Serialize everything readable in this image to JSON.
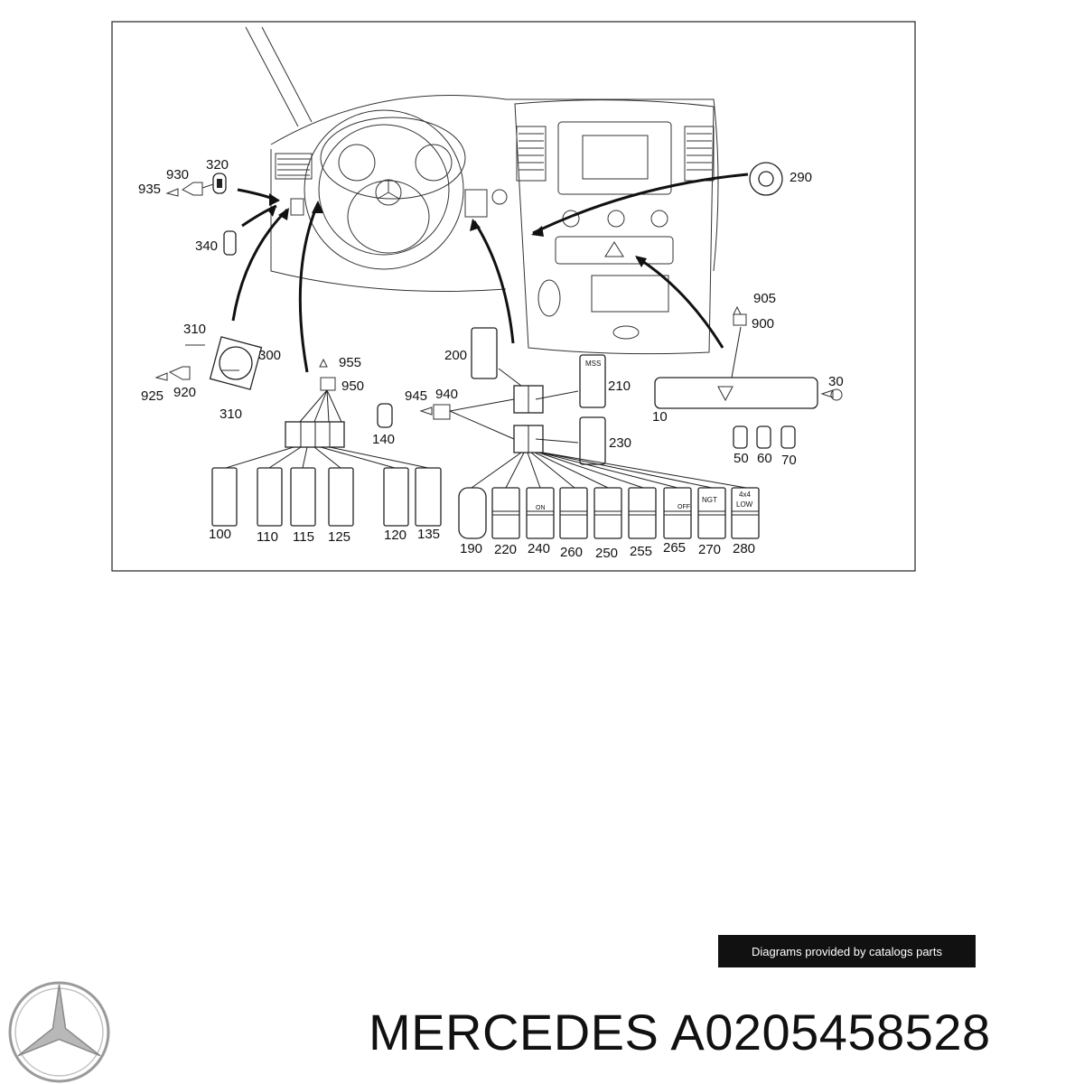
{
  "diagram": {
    "part_labels": [
      "930",
      "320",
      "935",
      "340",
      "290",
      "905",
      "900",
      "310",
      "300",
      "925",
      "920",
      "310",
      "955",
      "950",
      "200",
      "210",
      "945",
      "940",
      "30",
      "10",
      "140",
      "230",
      "50",
      "60",
      "70",
      "100",
      "110",
      "115",
      "125",
      "120",
      "135",
      "190",
      "220",
      "240",
      "260",
      "250",
      "255",
      "265",
      "270",
      "280"
    ],
    "switch_texts": {
      "s210": "MSS",
      "s270": "NGT",
      "s280_line1": "4x4",
      "s280_line2": "LOW",
      "s240": "ON",
      "s265": "OFF"
    }
  },
  "credit": "Diagrams provided by catalogs parts",
  "footer": {
    "brand": "MERCEDES",
    "part_number": "A0205458528",
    "title": "MERCEDES A0205458528"
  },
  "logo": {
    "name": "mercedes-star-logo",
    "color": "#9a9a9a"
  }
}
